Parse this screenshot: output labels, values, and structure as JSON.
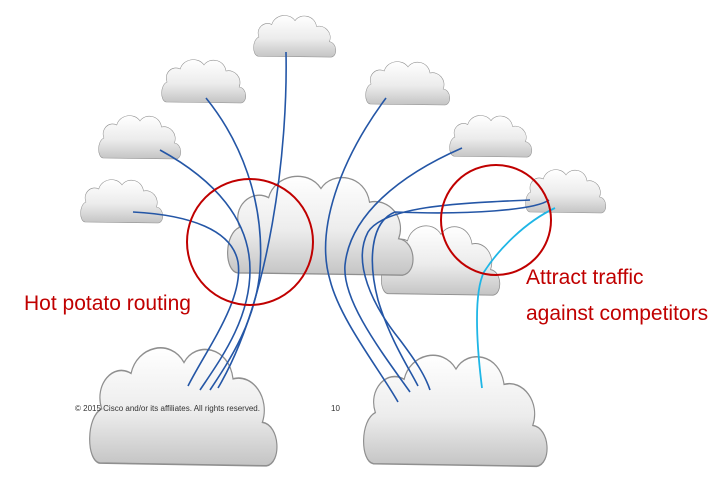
{
  "annotations": {
    "hot_potato": "Hot potato routing",
    "attract_line1": "Attract traffic",
    "attract_line2": "against competitors"
  },
  "footer": {
    "copyright": "© 2015  Cisco and/or its affiliates. All rights reserved.",
    "page_number": "10"
  },
  "colors": {
    "route_line": "#2456a6",
    "highlight_route": "#1fb6e6",
    "circle": "#c00000",
    "label_text": "#c00000",
    "cloud_fill_top": "#ffffff",
    "cloud_fill_bottom": "#c9c9c9",
    "cloud_stroke": "#8f8f8f"
  }
}
